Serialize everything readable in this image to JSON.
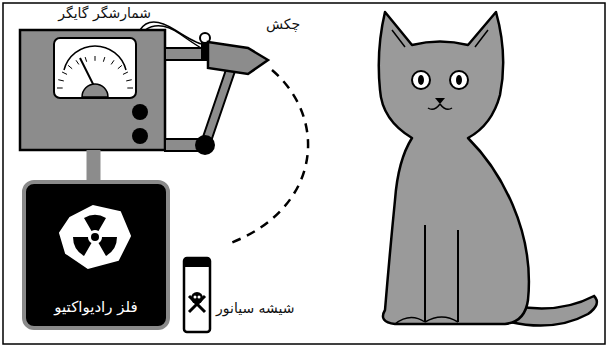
{
  "diagram": {
    "nodes": [
      {
        "text": [
          "شمارشگر گایگر"
        ]
      },
      {
        "text": [
          "فلز رادیواکتیو"
        ]
      }
    ],
    "edges": [
      {
        "from": 0,
        "to": 1,
        "arrow": "none"
      }
    ],
    "labels": [
      "چکش",
      "شیشه سیانور"
    ]
  }
}
